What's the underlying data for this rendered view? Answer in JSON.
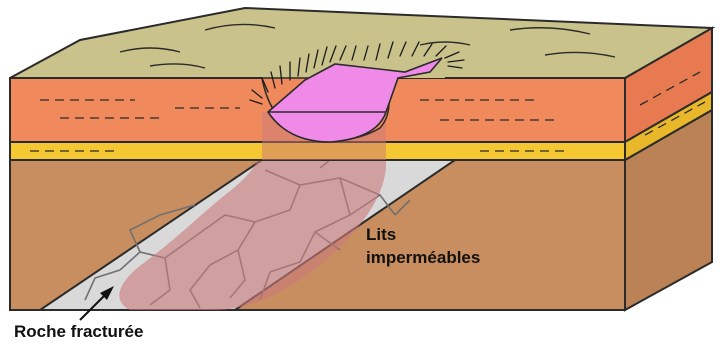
{
  "diagram": {
    "labels": {
      "impermeable_line1": "Lits",
      "impermeable_line2": "imperméables",
      "fractured_rock": "Roche fracturée"
    }
  },
  "colors": {
    "surface": "#c9c28a",
    "orange_layer": "#f08a5d",
    "orange_side": "#e77a50",
    "yellow_layer": "#f5c733",
    "yellow_side": "#e9b72a",
    "brown": "#c98e5f",
    "brown_side": "#bb8255",
    "fractured_zone": "#d9d9d9",
    "plume": "#c97a7a",
    "pond": "#f08ae8",
    "outline": "#2b2b2b"
  }
}
